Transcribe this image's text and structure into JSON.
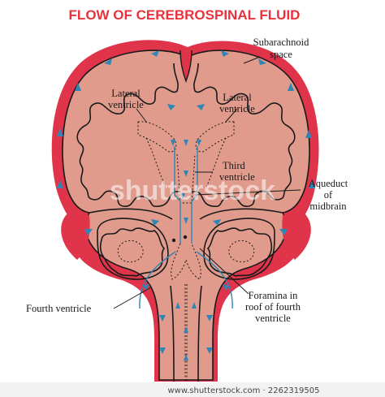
{
  "title": "FLOW OF CEREBROSPINAL FLUID",
  "labels": {
    "subarachnoid": [
      "Subarachnoid",
      "space"
    ],
    "lateral_left": [
      "Lateral",
      "ventricle"
    ],
    "lateral_right": [
      "Lateral",
      "ventricle"
    ],
    "third": [
      "Third",
      "ventricle"
    ],
    "aqueduct": [
      "Aqueduct",
      "of",
      "midbrain"
    ],
    "fourth": [
      "Fourth ventricle"
    ],
    "foramina": [
      "Foramina in",
      "roof of fourth",
      "ventricle"
    ]
  },
  "watermark": "shutterstock",
  "footer": "www.shutterstock.com · 2262319505",
  "colors": {
    "title": "#e8323c",
    "tissue": "#e09b8d",
    "tissue_dark": "#d68a7c",
    "csf_space": "#e0344a",
    "flow_arrow": "#2f86b5",
    "outline": "#1a1a1a"
  }
}
